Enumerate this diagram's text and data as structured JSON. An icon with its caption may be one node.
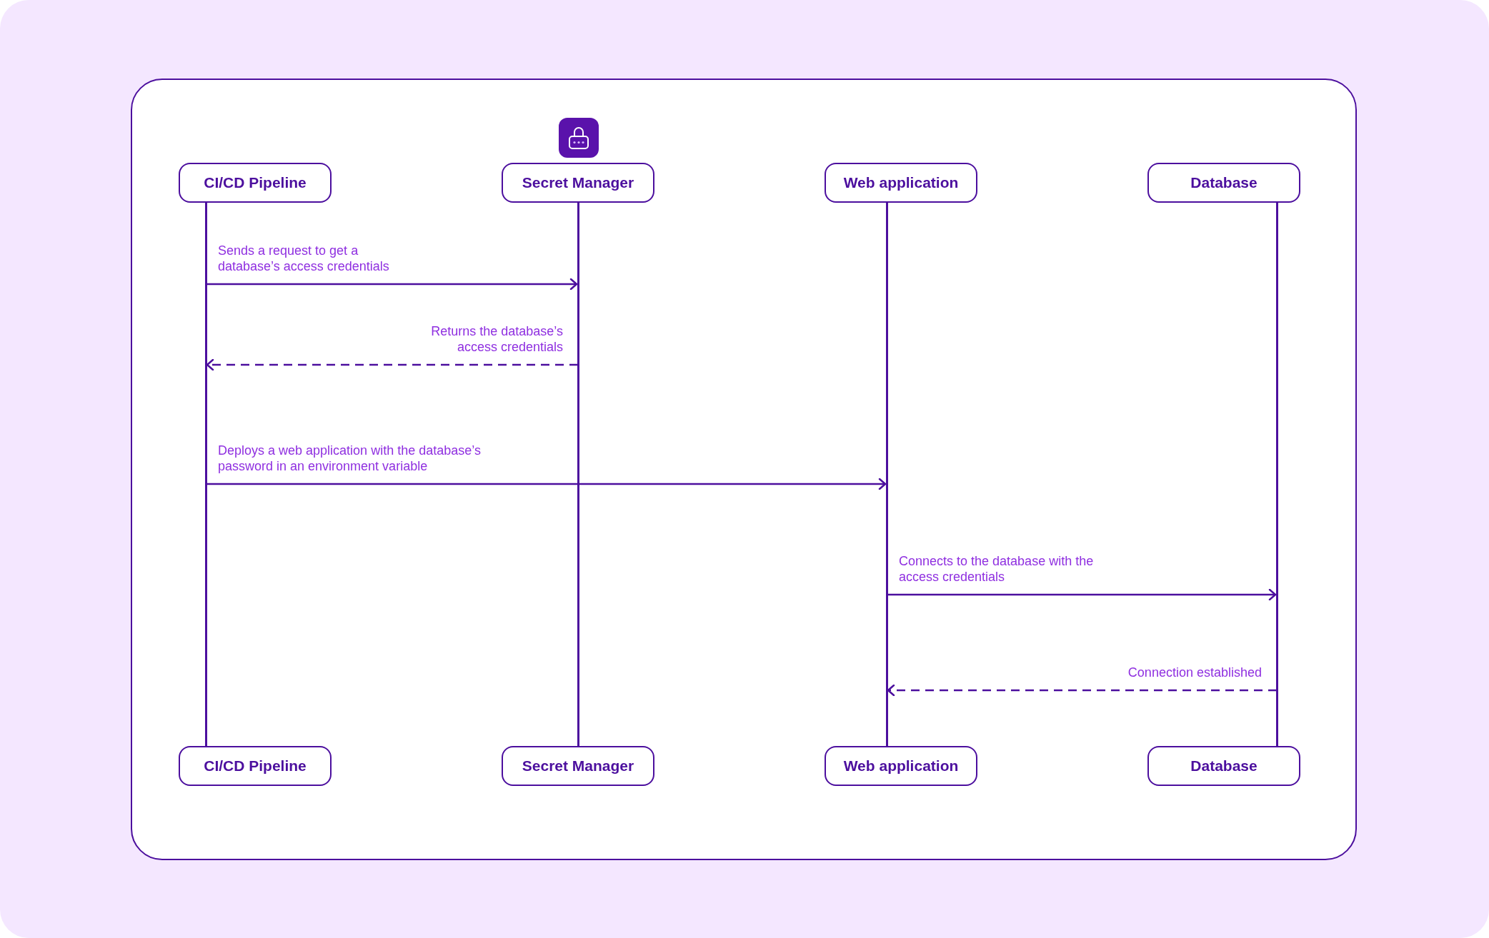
{
  "diagram": {
    "nodes": [
      {
        "text": [
          "CI/CD Pipeline"
        ]
      },
      {
        "text": [
          "Secret Manager"
        ]
      },
      {
        "text": [
          "Web application"
        ]
      },
      {
        "text": [
          "Database"
        ]
      },
      {
        "text": [
          "CI/CD Pipeline"
        ]
      },
      {
        "text": [
          "Secret Manager"
        ]
      },
      {
        "text": [
          "Web application"
        ]
      },
      {
        "text": [
          "Database"
        ]
      },
      {
        "text": [],
        "shape": "line"
      },
      {
        "text": [],
        "shape": "line"
      },
      {
        "text": [],
        "shape": "line"
      },
      {
        "text": [],
        "shape": "line"
      }
    ],
    "edges": [
      {
        "from": 8,
        "to": 9,
        "arrow": "to",
        "label": "Sends a request to get a database’s access credentials"
      },
      {
        "from": 9,
        "to": 8,
        "arrow": "to",
        "style": "dashed",
        "label": "Returns the database’s access credentials"
      },
      {
        "from": 8,
        "to": 10,
        "arrow": "to",
        "label": "Deploys a web application with the database’s password in an environment variable"
      },
      {
        "from": 10,
        "to": 11,
        "arrow": "to",
        "label": "Connects to the database with the access credentials"
      },
      {
        "from": 11,
        "to": 10,
        "arrow": "to",
        "style": "dashed",
        "label": "Connection established"
      }
    ]
  }
}
